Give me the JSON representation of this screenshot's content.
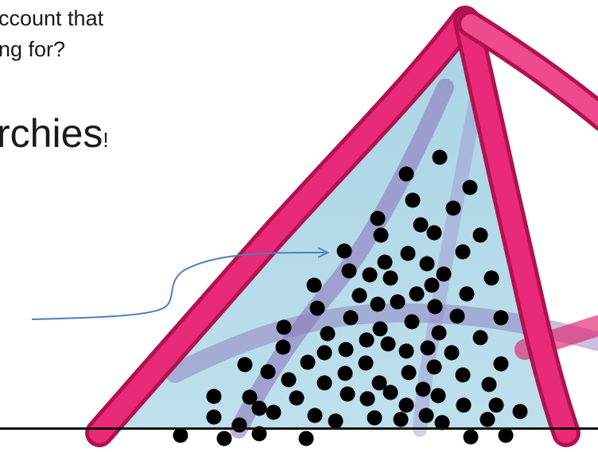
{
  "slide": {
    "text_line_1": "ccount that",
    "text_line_2": "ng for?",
    "heading": "rchies",
    "heading_mark": "!"
  },
  "figure": {
    "frame_color": "#e0206e",
    "face_color": "#a9d4e6",
    "arrow_color": "#4a7fc1",
    "dot_color": "#000000"
  }
}
